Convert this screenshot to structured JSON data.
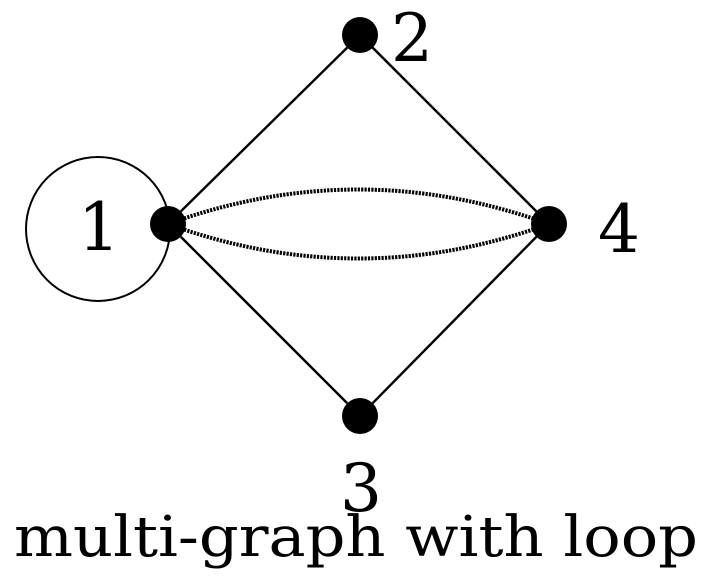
{
  "graph": {
    "caption": "multi-graph with loop",
    "nodes": [
      {
        "id": "1",
        "label": "1"
      },
      {
        "id": "2",
        "label": "2"
      },
      {
        "id": "3",
        "label": "3"
      },
      {
        "id": "4",
        "label": "4"
      }
    ],
    "edges": [
      {
        "from": "1",
        "to": "2",
        "kind": "single"
      },
      {
        "from": "1",
        "to": "3",
        "kind": "single"
      },
      {
        "from": "2",
        "to": "4",
        "kind": "single"
      },
      {
        "from": "3",
        "to": "4",
        "kind": "single"
      },
      {
        "from": "1",
        "to": "4",
        "kind": "parallel"
      },
      {
        "from": "1",
        "to": "4",
        "kind": "parallel"
      },
      {
        "from": "1",
        "to": "1",
        "kind": "loop"
      }
    ]
  }
}
